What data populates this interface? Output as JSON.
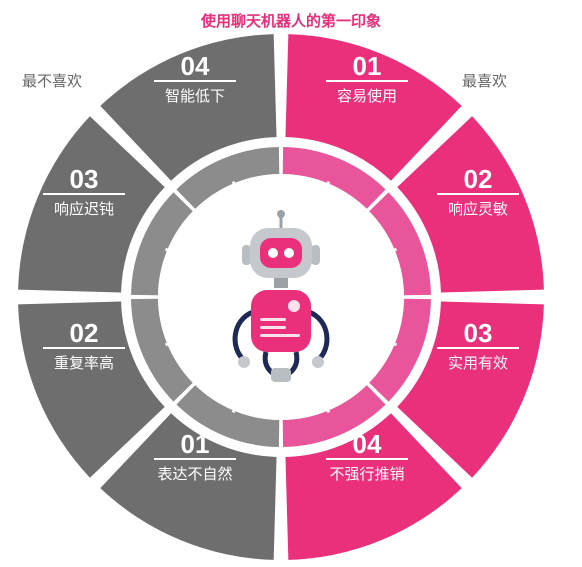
{
  "title": "使用聊天机器人的第一印象",
  "least_liked_label": "最不喜欢",
  "most_liked_label": "最喜欢",
  "colors": {
    "pink": "#ea2f7b",
    "gray": "#6e6e6e",
    "ring_pink": "#e8559a",
    "ring_gray": "#8c8c8c"
  },
  "segments": [
    {
      "num": "01",
      "text": "容易使用",
      "side": "liked"
    },
    {
      "num": "02",
      "text": "响应灵敏",
      "side": "liked"
    },
    {
      "num": "03",
      "text": "实用有效",
      "side": "liked"
    },
    {
      "num": "04",
      "text": "不强行推销",
      "side": "liked"
    },
    {
      "num": "01",
      "text": "表达不自然",
      "side": "disliked"
    },
    {
      "num": "02",
      "text": "重复率高",
      "side": "disliked"
    },
    {
      "num": "03",
      "text": "响应迟钝",
      "side": "disliked"
    },
    {
      "num": "04",
      "text": "智能低下",
      "side": "disliked"
    }
  ],
  "center_icon": "robot-icon"
}
